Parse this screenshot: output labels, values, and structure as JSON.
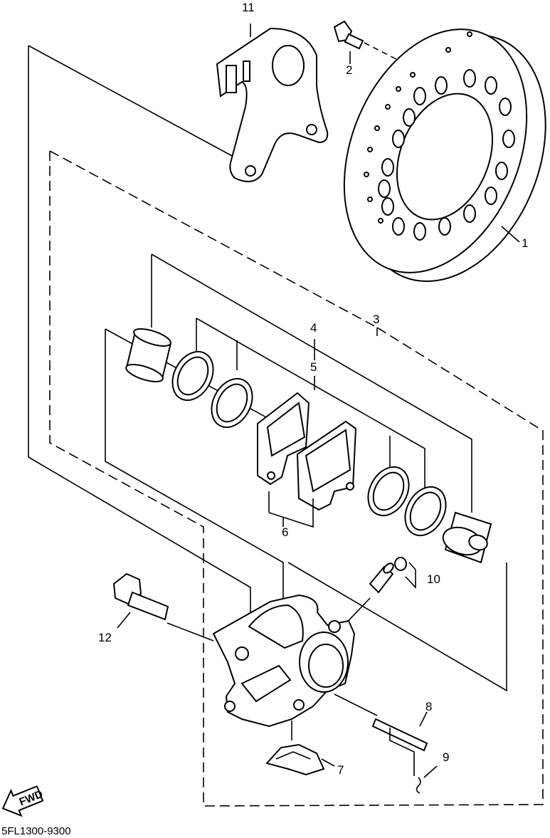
{
  "diagram": {
    "catalog_code": "5FL1300-9300",
    "fwd_label": "FWD",
    "callouts": [
      "1",
      "2",
      "3",
      "4",
      "5",
      "6",
      "7",
      "8",
      "9",
      "10",
      "11",
      "12"
    ]
  }
}
